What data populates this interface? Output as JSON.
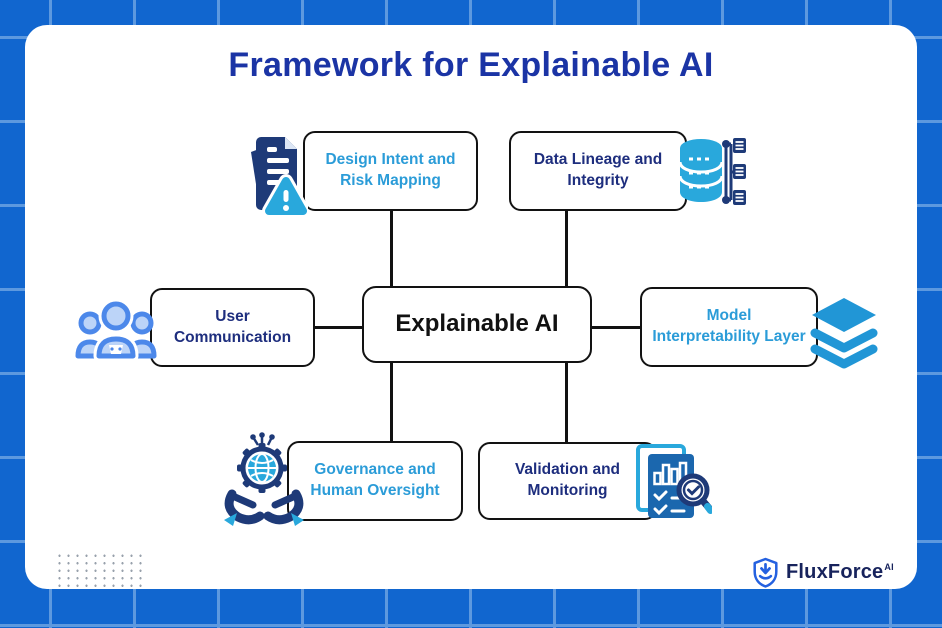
{
  "title": "Framework for Explainable AI",
  "center": {
    "label": "Explainable AI"
  },
  "nodes": [
    {
      "id": "design",
      "label": "Design Intent and Risk Mapping",
      "icon": "document-risk-icon",
      "text_color": "#2B9CD8"
    },
    {
      "id": "data",
      "label": "Data Lineage and Integrity",
      "icon": "database-lineage-icon",
      "text_color": "#1E2E7E"
    },
    {
      "id": "user",
      "label": "User Communication",
      "icon": "users-icon",
      "text_color": "#1E2E7E"
    },
    {
      "id": "model",
      "label": "Model Interpretability Layer",
      "icon": "layers-icon",
      "text_color": "#2B9CD8"
    },
    {
      "id": "governance",
      "label": "Governance and Human Oversight",
      "icon": "hands-globe-gear-icon",
      "text_color": "#2B9CD8"
    },
    {
      "id": "validation",
      "label": "Validation and Monitoring",
      "icon": "report-magnifier-icon",
      "text_color": "#1E2E7E"
    }
  ],
  "footer": {
    "brand": "FluxForce",
    "brand_suffix": "AI"
  },
  "colors": {
    "background": "#1166CF",
    "grid_line": "#5D99DF",
    "card": "#FFFFFF",
    "title": "#1B34A5",
    "accent_cyan": "#2B9CD8",
    "accent_navy": "#1E2E7E",
    "icon_navy": "#1E3A78",
    "icon_cyan": "#29A8DC",
    "connector": "#111111",
    "brand_blue": "#2461E0",
    "brand_text": "#17235C"
  }
}
